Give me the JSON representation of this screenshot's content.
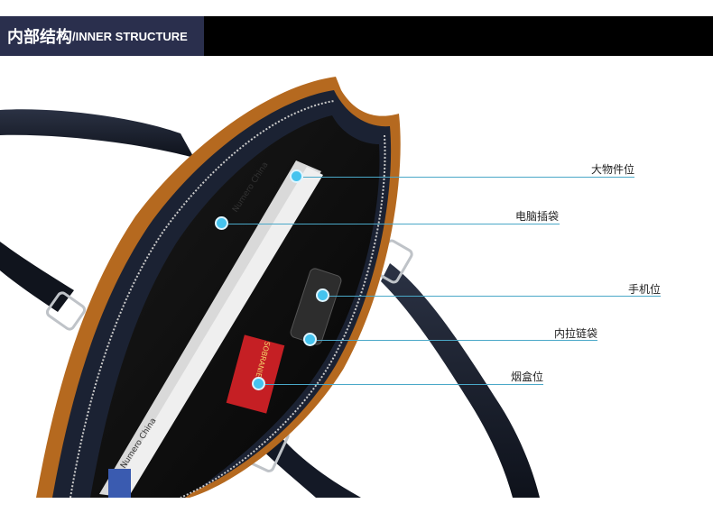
{
  "header": {
    "title_cn": "内部结构",
    "title_en": "/INNER STRUCTURE"
  },
  "callouts": [
    {
      "label": "大物件位"
    },
    {
      "label": "电脑插袋"
    },
    {
      "label": "手机位"
    },
    {
      "label": "内拉链袋"
    },
    {
      "label": "烟盒位"
    }
  ],
  "photo": {
    "magazine_title": "Numero China",
    "cigarette_brand": "SOBRANIE"
  },
  "colors": {
    "header_bg": "#2a2f4d",
    "accent_dot": "#45c3ee",
    "line": "#4aa8c8",
    "leather_tan": "#b5691f",
    "leather_navy": "#1b2233"
  }
}
